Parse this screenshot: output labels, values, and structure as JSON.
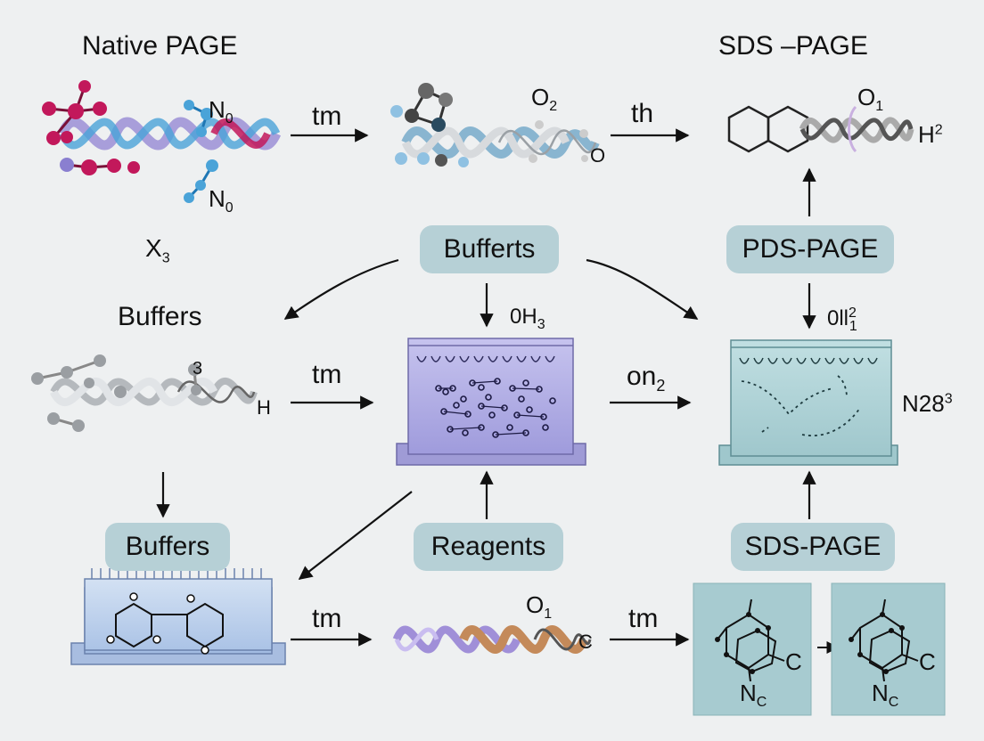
{
  "titles": {
    "native_page": "Native PAGE",
    "sds_page_top": "SDS –PAGE"
  },
  "labels": {
    "x3": {
      "base": "X",
      "sub": "3"
    },
    "buffers_plain": "Buffers",
    "n0_top": {
      "base": "N",
      "sub": "0"
    },
    "n0_bottom": {
      "base": "N",
      "sub": "0"
    },
    "o2": {
      "base": "O",
      "sub": "2"
    },
    "o_small": "O",
    "o1_top": {
      "base": "O",
      "sub": "1"
    },
    "h2": {
      "base": "H",
      "sup": "2"
    },
    "oh3": {
      "base": "0H",
      "sub": "3"
    },
    "oll": {
      "base": "0ll",
      "sup": "2",
      "sub": "1"
    },
    "sup3": "3",
    "h": "H",
    "n28": {
      "base": "N28",
      "sup": "3"
    },
    "o1_bottom": {
      "base": "O",
      "sub": "1"
    },
    "c_helix": "C",
    "c_box1": "C",
    "c_box2": "C",
    "nc_box1": {
      "base": "N",
      "sub": "C"
    },
    "nc_box2": {
      "base": "N",
      "sub": "C"
    }
  },
  "pills": {
    "bufferts": "Bufferts",
    "pds_page": "PDS-PAGE",
    "buffers": "Buffers",
    "reagents": "Reagents",
    "sds_page": "SDS-PAGE"
  },
  "arrow_labels": {
    "row1_a": "tm",
    "row1_b": "th",
    "row2_a": "tm",
    "row2_b": {
      "base": "on",
      "sub": "2"
    },
    "row3_a": "tm",
    "row3_b": "tm"
  },
  "colors": {
    "background": "#eef0f1",
    "pill": "#b6d0d6",
    "gel_purple": "#a9a6e0",
    "gel_teal": "#a9cfd3",
    "gel_blue": "#b8cde8",
    "magenta": "#c2185b",
    "lavender": "#9b8fd6",
    "sky_blue": "#4aa3d8",
    "tan": "#c48a5a",
    "teal_box": "#a7cbd0"
  }
}
